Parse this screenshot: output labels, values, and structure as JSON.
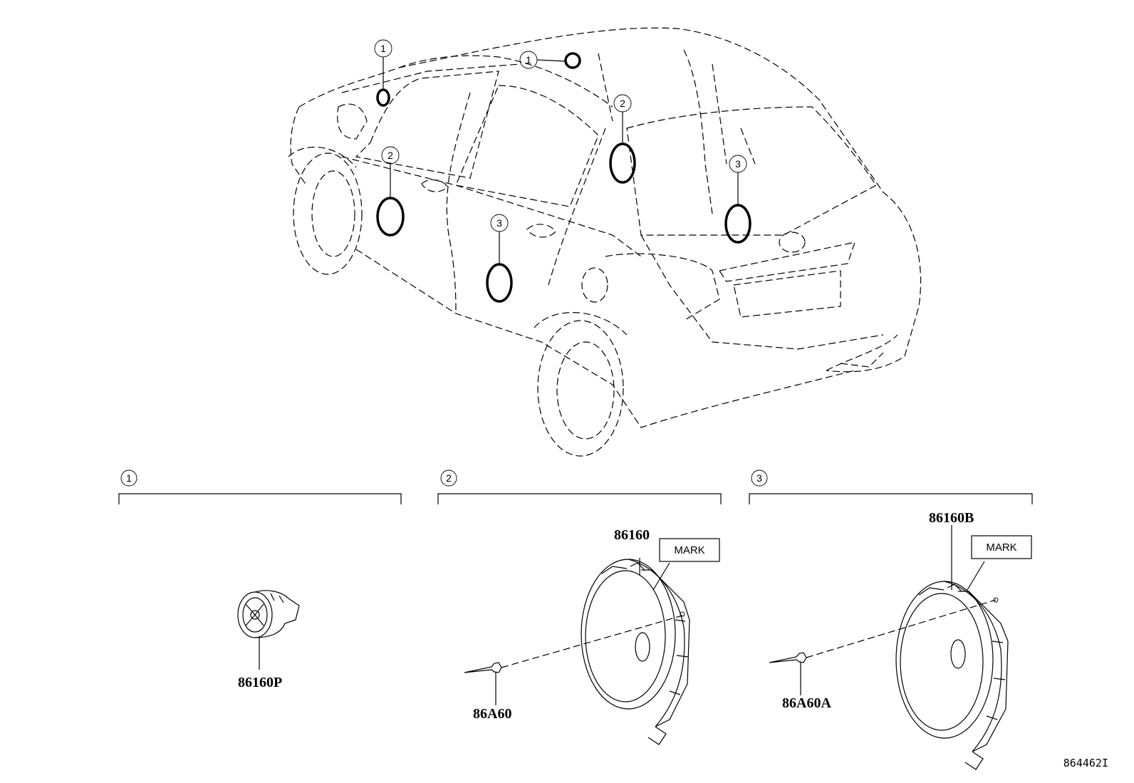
{
  "callouts": {
    "tweeter": "1",
    "front_speaker": "2",
    "rear_speaker": "3"
  },
  "sections": [
    {
      "number": "1",
      "parts": [
        "86160P"
      ]
    },
    {
      "number": "2",
      "parts": [
        "86160",
        "86A60"
      ],
      "mark": "MARK"
    },
    {
      "number": "3",
      "parts": [
        "86160B",
        "86A60A"
      ],
      "mark": "MARK"
    }
  ],
  "diagram_code": "864462I"
}
